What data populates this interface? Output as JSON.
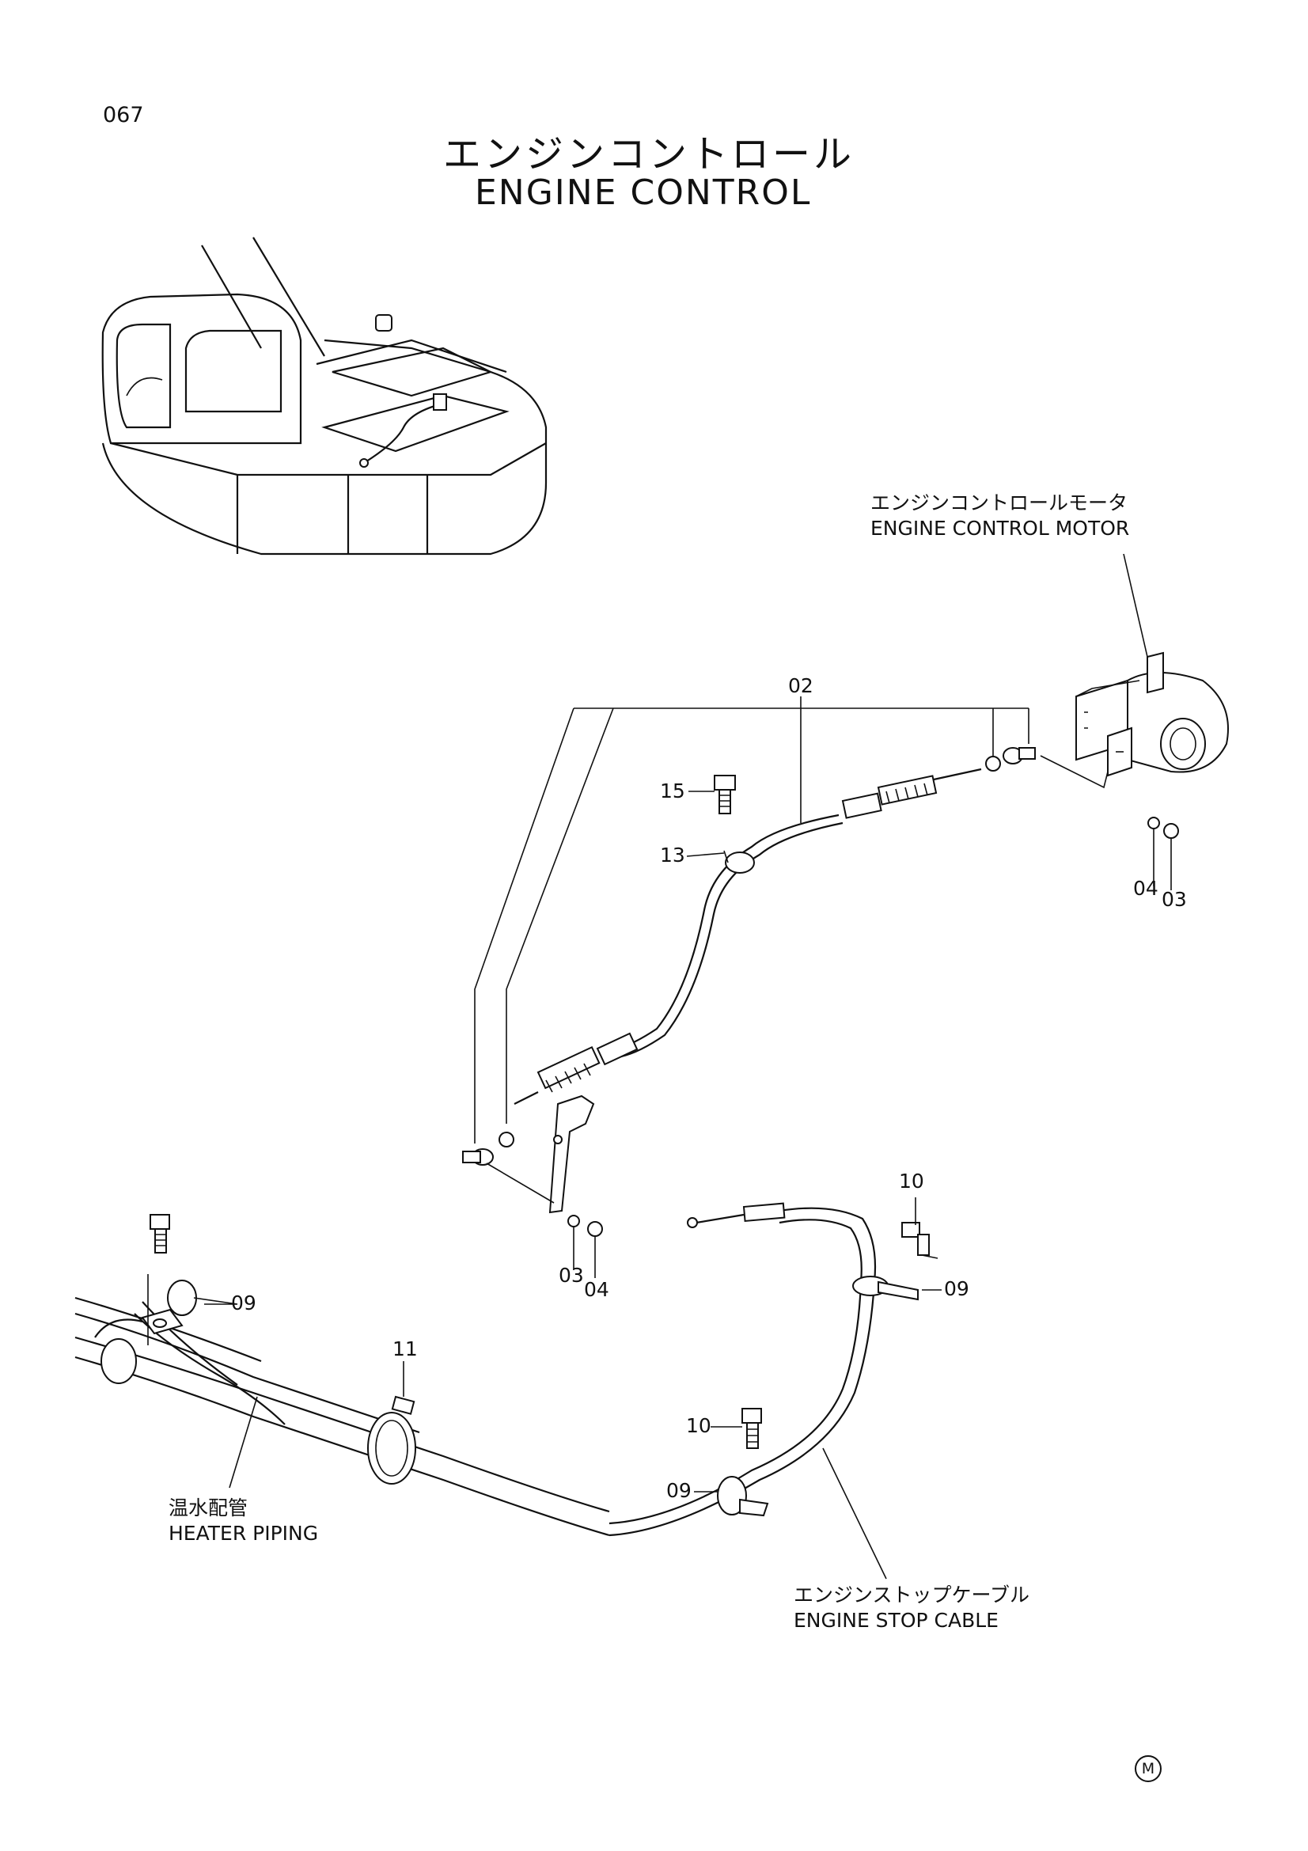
{
  "page": {
    "number": "067",
    "title_jp": "エンジンコントロール",
    "title_en": "ENGINE CONTROL",
    "mark": "M"
  },
  "labels": {
    "motor_jp": "エンジンコントロールモータ",
    "motor_en": "ENGINE CONTROL MOTOR",
    "heater_jp": "温水配管",
    "heater_en": "HEATER PIPING",
    "stop_cable_jp": "エンジンストップケーブル",
    "stop_cable_en": "ENGINE STOP CABLE"
  },
  "callouts": {
    "c02": "02",
    "c15": "15",
    "c13": "13",
    "c04a": "04",
    "c03a": "03",
    "c03b": "03",
    "c04b": "04",
    "c10a": "10",
    "c09a": "09",
    "c09b": "09",
    "c11": "11",
    "c10b": "10",
    "c09c": "09"
  }
}
